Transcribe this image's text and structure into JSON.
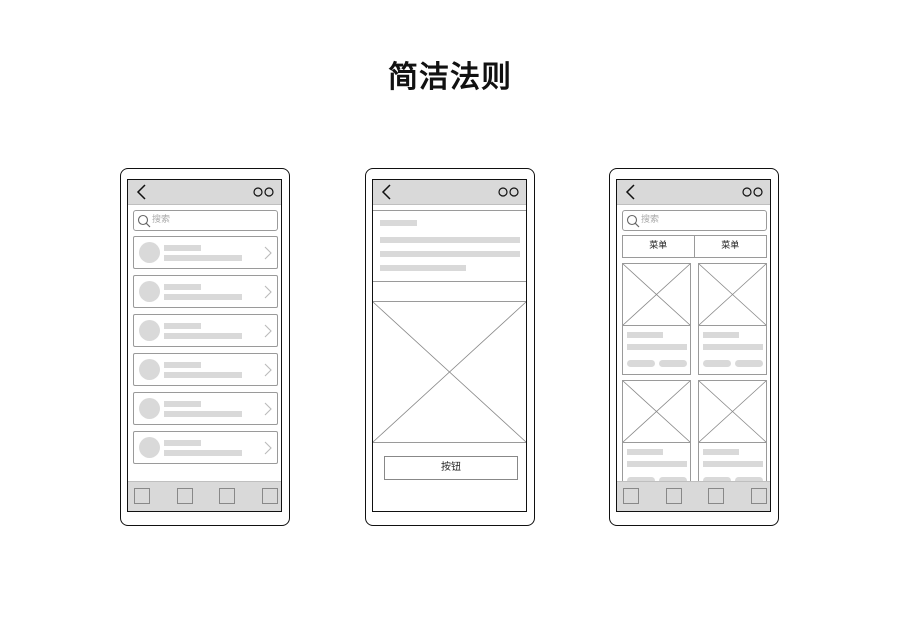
{
  "title": "简洁法则",
  "colors": {
    "placeholder": "#d9d9d9",
    "bar": "#d9d9d9",
    "stroke": "#111111",
    "light_stroke": "#9a9a9a"
  },
  "icons": [
    "back-chevron-icon",
    "more-dots-icon",
    "search-icon",
    "chevron-right-icon",
    "tab-square-icon",
    "image-placeholder-icon"
  ],
  "list_phone": {
    "search_placeholder": "搜索",
    "list_item_count": 6
  },
  "detail_phone": {
    "button_label": "按钮"
  },
  "grid_phone": {
    "search_placeholder": "搜索",
    "menu_tabs": [
      "菜单",
      "菜单"
    ]
  }
}
